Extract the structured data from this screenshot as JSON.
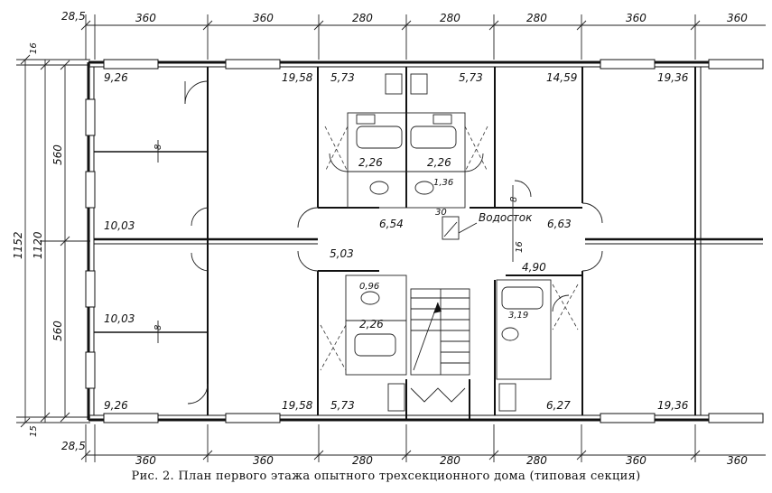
{
  "caption": "Рис. 2. План первого этажа опытного  трехсекционного дома (типовая секция)",
  "dims_top": [
    "28,5",
    "360",
    "360",
    "280",
    "280",
    "280",
    "360",
    "360"
  ],
  "dims_bottom": [
    "28,5",
    "360",
    "360",
    "280",
    "280",
    "280",
    "360",
    "360"
  ],
  "dims_left": [
    "16",
    "1152",
    "1120",
    "560",
    "560",
    "15"
  ],
  "areas": {
    "a1": "9,26",
    "a2": "19,58",
    "a3": "5,73",
    "a4": "5,73",
    "a5": "14,59",
    "a6": "19,36",
    "a7": "10,03",
    "a8": "10,03",
    "a9": "9,26",
    "a10": "19,58",
    "a11": "5,73",
    "a12": "6,27",
    "a13": "19,36",
    "b1": "2,26",
    "b2": "2,26",
    "b3": "1,36",
    "b4": "6,54",
    "b5": "6,63",
    "b6": "5,03",
    "b7": "4,90",
    "b8": "0,96",
    "b9": "2,26",
    "b10": "3,19"
  },
  "labels": {
    "drain": "Водосток",
    "d30": "30",
    "d8a": "8",
    "d8b": "8",
    "d8c": "8",
    "d16": "16"
  }
}
